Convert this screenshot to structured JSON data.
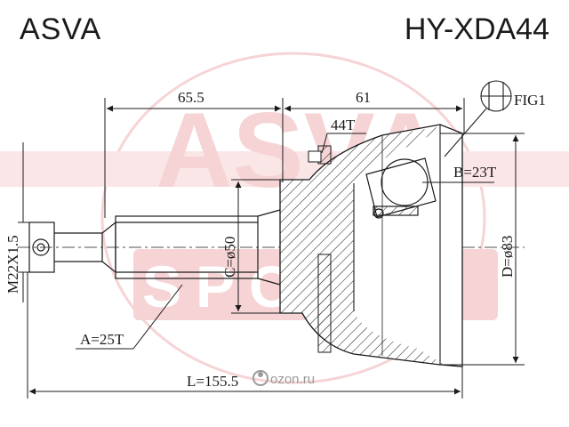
{
  "header": {
    "brand": "ASVA",
    "part_number": "HY-XDA44"
  },
  "dimensions": {
    "shaft_length": "65.5",
    "housing_length": "61",
    "abs_teeth": "44T",
    "fig_ref": "FIG1",
    "inner_spline": "B=23T",
    "thread": "M22X1.5",
    "shaft_diameter": "C=ø50",
    "outer_diameter": "D=ø83",
    "outer_spline": "A=25T",
    "total_length": "L=155.5"
  },
  "watermark": {
    "main": "ASVA",
    "sub": "SPORT",
    "site": "ozon.ru"
  },
  "colors": {
    "line": "#1a1a1a",
    "watermark": "#f6d4d6"
  }
}
